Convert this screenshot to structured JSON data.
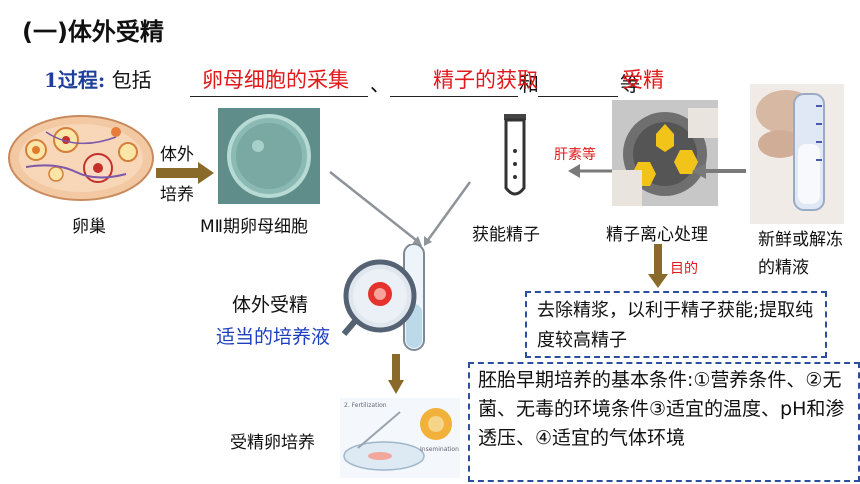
{
  "title": "(一)体外受精",
  "process": {
    "number": "1",
    "label": "过程:",
    "prefix": "包括",
    "blank1": "卵母细胞的采集",
    "sep1": "、",
    "blank2": "精子的获取",
    "sep2": "和",
    "blank3": "受精",
    "suffix": "等"
  },
  "labels": {
    "ovary": "卵巢",
    "in_vitro_line1": "体外",
    "in_vitro_line2": "培养",
    "oocyte": "MⅡ期卵母细胞",
    "capacitated_sperm": "获能精子",
    "centrifuge": "精子离心处理",
    "fresh_semen": "新鲜或解冻的精液",
    "heparin": "肝素等",
    "purpose": "目的",
    "ivf": "体外受精",
    "medium": "适当的培养液",
    "zygote_culture": "受精卵培养",
    "fertilization_caption": "2. Fertilization",
    "insemination_caption": "Insemination"
  },
  "box1": {
    "text": "去除精浆，以利于精子获能;提取纯度较高精子"
  },
  "box2": {
    "text": "胚胎早期培养的基本条件:①营养条件、②无菌、无毒的环境条件③适宜的温度、pH和渗透压、④适宜的气体环境"
  },
  "colors": {
    "answer_red": "#e0191b",
    "box_border": "#2b4f9e",
    "medium_blue": "#1c3fc0",
    "arrow": "#7a5a1a"
  }
}
